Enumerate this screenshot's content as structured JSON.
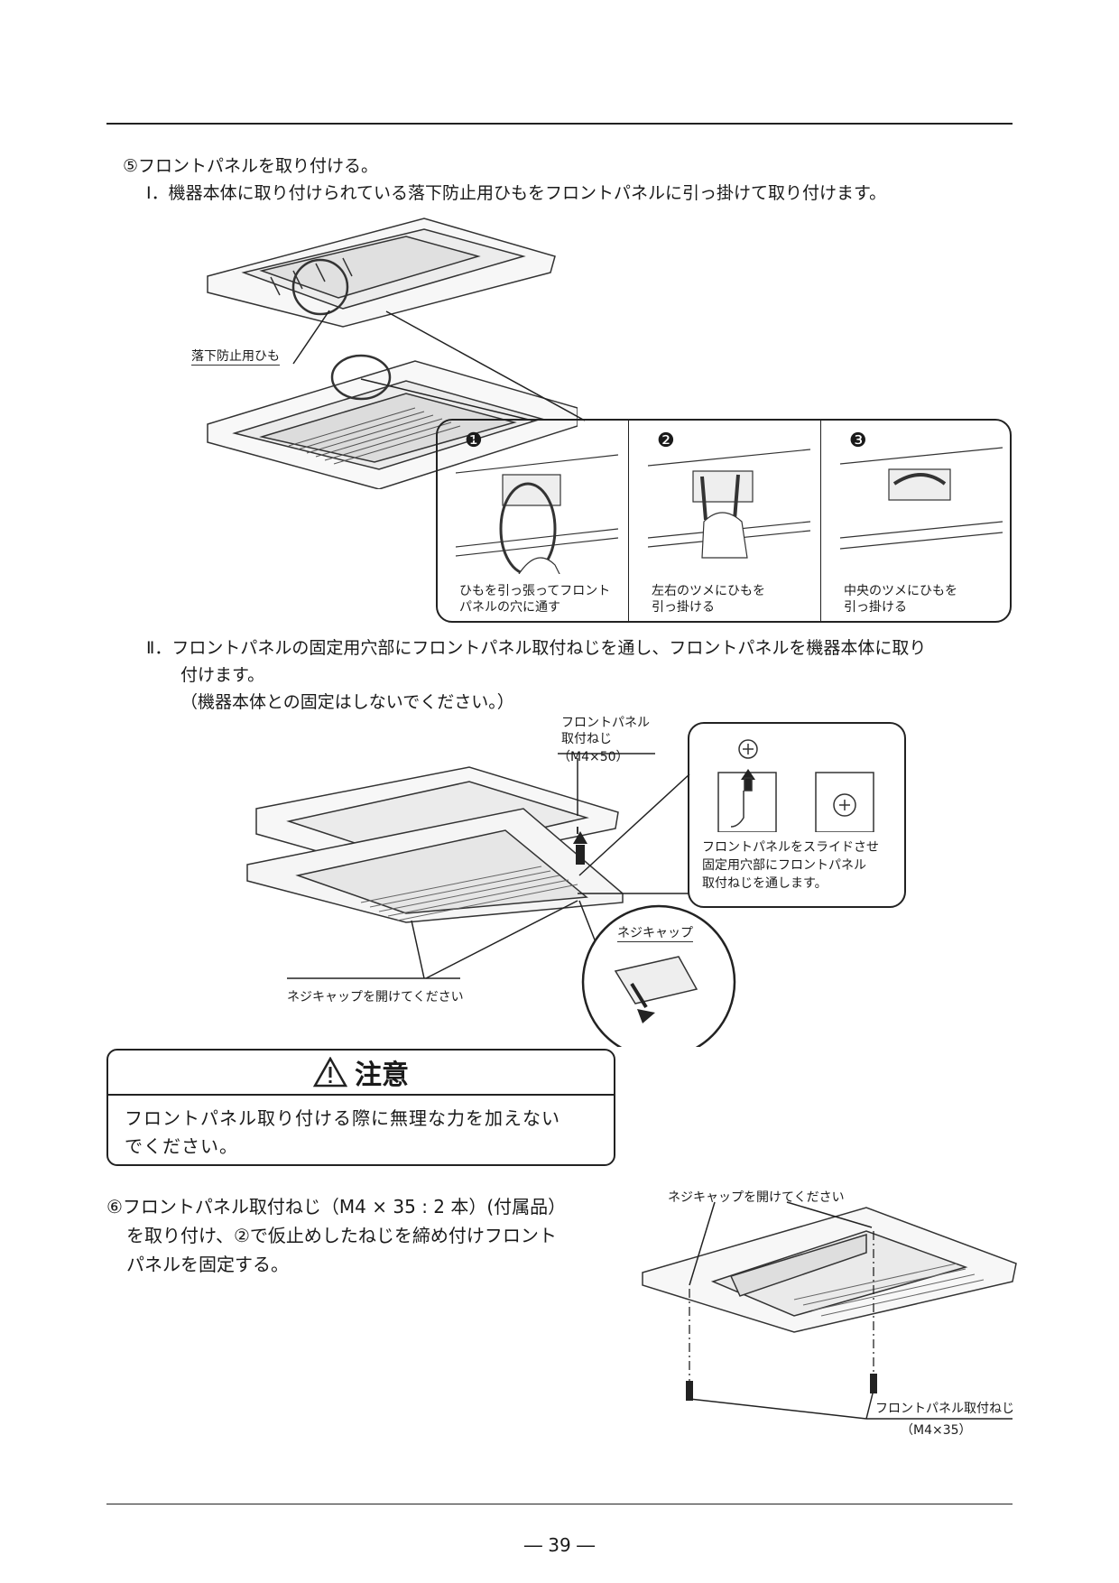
{
  "step5": {
    "heading": "⑤フロントパネルを取り付ける。",
    "sub1": "Ⅰ．機器本体に取り付けられている落下防止用ひもをフロントパネルに引っ掛けて取り付けます。",
    "label_string": "落下防止用ひも",
    "panels": [
      {
        "num": "❶",
        "caption1": "ひもを引っ張ってフロント",
        "caption2": "パネルの穴に通す"
      },
      {
        "num": "❷",
        "caption1": "左右のツメにひもを",
        "caption2": "引っ掛ける"
      },
      {
        "num": "❸",
        "caption1": "中央のツメにひもを",
        "caption2": "引っ掛ける"
      }
    ],
    "sub2_line1": "Ⅱ．フロントパネルの固定用穴部にフロントパネル取付ねじを通し、フロントパネルを機器本体に取り",
    "sub2_line2": "付けます。",
    "sub2_note": "（機器本体との固定はしないでください。）",
    "screw_label1": "フロントパネル",
    "screw_label2": "取付ねじ",
    "screw_spec": "（M4×50）",
    "detail_text1": "フロントパネルをスライドさせ",
    "detail_text2": "固定用穴部にフロントパネル",
    "detail_text3": "取付ねじを通します。",
    "cap_label": "ネジキャップ",
    "cap_open": "ネジキャップを開けてください"
  },
  "caution": {
    "title": "注意",
    "body_line1": "フロントパネル取り付ける際に無理な力を加えない",
    "body_line2": "でください。"
  },
  "step6": {
    "line1": "⑥フロントパネル取付ねじ（M4 × 35 : 2 本）(付属品）",
    "line2": "を取り付け、②で仮止めしたねじを締め付けフロント",
    "line3": "パネルを固定する。",
    "cap_open": "ネジキャップを開けてください",
    "screw_label": "フロントパネル取付ねじ",
    "screw_spec": "（M4×35）"
  },
  "footer": {
    "page_number": "― 39 ―"
  }
}
